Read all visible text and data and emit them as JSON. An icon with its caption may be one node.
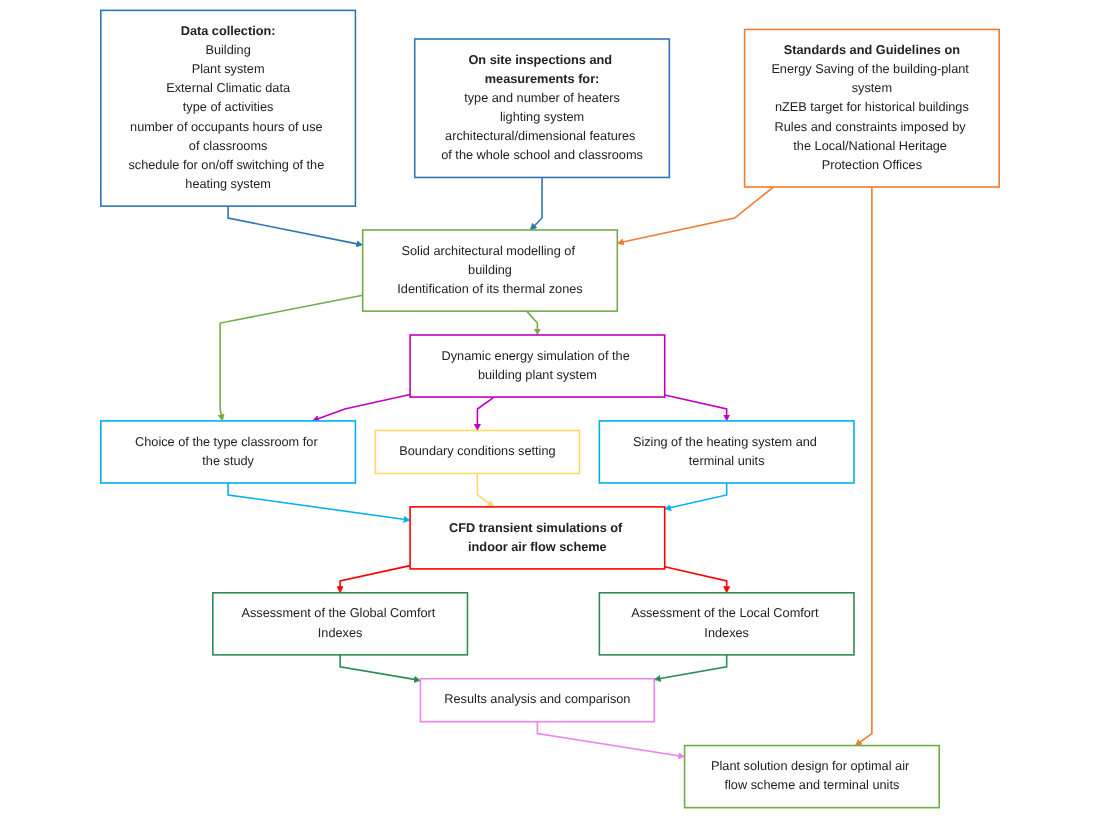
{
  "diagram": {
    "nodes": [
      {
        "text": [
          "Data collection:",
          "Building",
          "Plant system",
          "External Climatic data",
          "type of activities",
          "number of occupants hours of use of classrooms",
          "schedule for on/off switching of the heating system"
        ]
      },
      {
        "text": [
          "On site inspections and measurements for:",
          "type and number of heaters",
          "lighting system",
          "architectural/dimensional features of the whole school and classrooms"
        ]
      },
      {
        "text": [
          "Standards and Guidelines on",
          "Energy Saving of the building-plant system",
          "nZEB target for historical buildings",
          "Rules and constraints imposed by the Local/National Heritage Protection Offices"
        ]
      },
      {
        "text": [
          "Solid architectural modelling of building",
          "Identification of its thermal zones"
        ]
      },
      {
        "text": [
          "Dynamic energy simulation of the building plant system"
        ]
      },
      {
        "text": [
          "Choice of the type classroom for the study"
        ]
      },
      {
        "text": [
          "Boundary conditions setting"
        ]
      },
      {
        "text": [
          "Sizing of the heating system and terminal units"
        ]
      },
      {
        "text": [
          "CFD transient simulations of indoor air flow scheme"
        ]
      },
      {
        "text": [
          "Assessment of the Global Comfort Indexes"
        ]
      },
      {
        "text": [
          "Assessment of the Local Comfort Indexes"
        ]
      },
      {
        "text": [
          "Results analysis and comparison"
        ]
      },
      {
        "text": [
          "Plant solution design for optimal air flow scheme and terminal units"
        ]
      }
    ],
    "edges": [
      {
        "from": 0,
        "to": 3,
        "arrow": "to",
        "color": "#2e75b6"
      },
      {
        "from": 1,
        "to": 3,
        "arrow": "to",
        "color": "#2e75b6"
      },
      {
        "from": 2,
        "to": 3,
        "arrow": "to",
        "color": "#ed7d31"
      },
      {
        "from": 3,
        "to": 4,
        "arrow": "to",
        "color": "#70ad47"
      },
      {
        "from": 3,
        "to": 5,
        "arrow": "to",
        "color": "#70ad47"
      },
      {
        "from": 4,
        "to": 5,
        "arrow": "to",
        "color": "#c000c0"
      },
      {
        "from": 4,
        "to": 6,
        "arrow": "to",
        "color": "#c000c0"
      },
      {
        "from": 4,
        "to": 7,
        "arrow": "to",
        "color": "#c000c0"
      },
      {
        "from": 5,
        "to": 8,
        "arrow": "to",
        "color": "#00b0f0"
      },
      {
        "from": 6,
        "to": 8,
        "arrow": "to",
        "color": "#ffd966"
      },
      {
        "from": 7,
        "to": 8,
        "arrow": "to",
        "color": "#00b0f0"
      },
      {
        "from": 8,
        "to": 9,
        "arrow": "to",
        "color": "#ff0000"
      },
      {
        "from": 8,
        "to": 10,
        "arrow": "to",
        "color": "#ff0000"
      },
      {
        "from": 9,
        "to": 11,
        "arrow": "to",
        "color": "#2e8b57"
      },
      {
        "from": 10,
        "to": 11,
        "arrow": "to",
        "color": "#2e8b57"
      },
      {
        "from": 11,
        "to": 12,
        "arrow": "to",
        "color": "#ee82ee"
      },
      {
        "from": 2,
        "to": 12,
        "arrow": "to",
        "color": "#ed7d31"
      }
    ]
  }
}
